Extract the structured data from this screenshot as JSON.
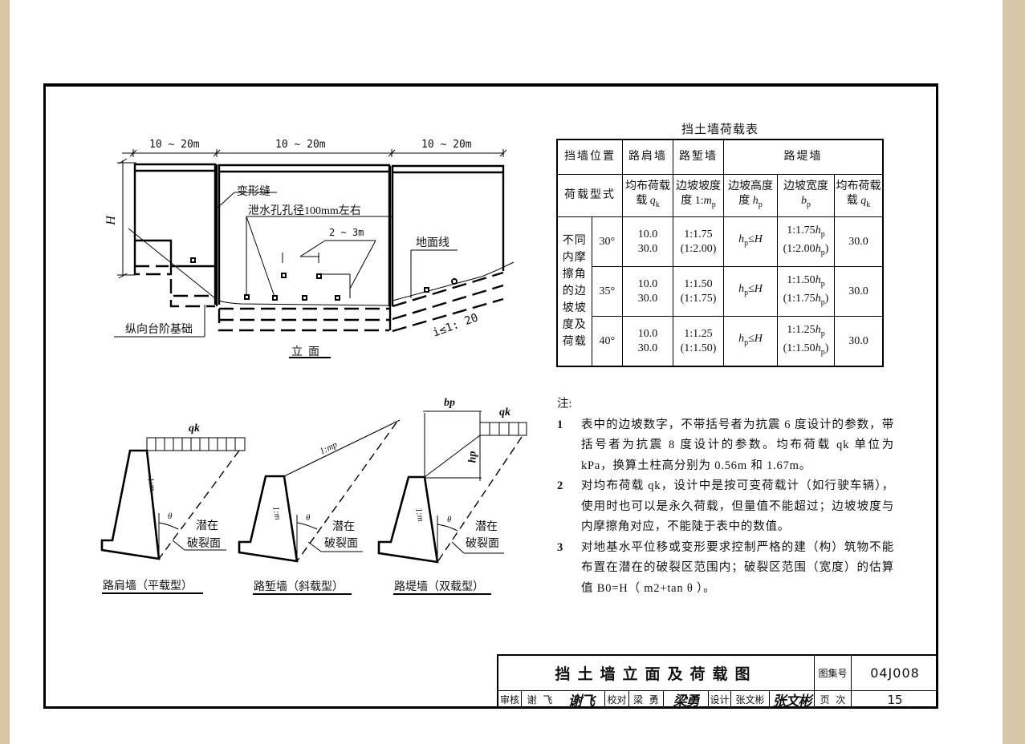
{
  "drawing": {
    "elevation": {
      "dim_spans": [
        "10 ~ 20m",
        "10 ~ 20m",
        "10 ~ 20m"
      ],
      "height_label": "H",
      "deformation_joint": "变形缝",
      "drain_hole": "泄水孔孔径100mm左右",
      "drain_spacing": "2 ~ 3m",
      "ground_line": "地面线",
      "step_foundation": "纵向台阶基础",
      "slope": "i≤1: 20",
      "caption": "立  面"
    },
    "sections": [
      {
        "caption": "路肩墙（平载型）",
        "load": "qk",
        "wall_slope": "1:m",
        "angle": "θ",
        "crack_label_1": "潜在",
        "crack_label_2": "破裂面"
      },
      {
        "caption": "路堑墙（斜载型）",
        "slope_label": "1:mp",
        "wall_slope": "1:m",
        "angle": "θ",
        "crack_label_1": "潜在",
        "crack_label_2": "破裂面"
      },
      {
        "caption": "路堤墙（双载型）",
        "width_label": "bp",
        "height_label": "hp",
        "load": "qk",
        "wall_slope": "1:m",
        "angle": "θ",
        "crack_label_1": "潜在",
        "crack_label_2": "破裂面"
      }
    ]
  },
  "load_table": {
    "title": "挡土墙荷载表",
    "header1": {
      "position": "挡墙位置",
      "shoulder": "路肩墙",
      "cutting": "路堑墙",
      "embankment": "路堤墙"
    },
    "header2": {
      "load_type": "荷载型式",
      "c1": "均布荷载",
      "c2": "边坡坡度",
      "c3": "边坡高度",
      "c4": "边坡宽度",
      "c5": "均布荷载"
    },
    "row_group_label": "不同内摩擦角的边坡坡度及荷载",
    "rows": [
      {
        "angle": "30°",
        "qk_a": "10.0",
        "qk_b": "30.0",
        "slope_a": "1:1.75",
        "slope_b": "(1:2.00)",
        "hp": "≤",
        "bp_a": "1:1.75",
        "bp_b": "(1:2.00",
        "qk2": "30.0"
      },
      {
        "angle": "35°",
        "qk_a": "10.0",
        "qk_b": "30.0",
        "slope_a": "1:1.50",
        "slope_b": "(1:1.75)",
        "hp": "≤",
        "bp_a": "1:1.50",
        "bp_b": "(1:1.75",
        "qk2": "30.0"
      },
      {
        "angle": "40°",
        "qk_a": "10.0",
        "qk_b": "30.0",
        "slope_a": "1:1.25",
        "slope_b": "(1:1.50)",
        "hp": "≤",
        "bp_a": "1:1.25",
        "bp_b": "(1:1.50",
        "qk2": "30.0"
      }
    ]
  },
  "notes": {
    "heading": "注:",
    "items": [
      {
        "num": "1",
        "text": "表中的边坡数字，不带括号者为抗震 6 度设计的参数，带括号者为抗震 8 度设计的参数。均布荷载 qk 单位为 kPa，换算土柱高分别为 0.56m 和 1.67m。"
      },
      {
        "num": "2",
        "text": "对均布荷载 qk，设计中是按可变荷载计（如行驶车辆），使用时也可以是永久荷载，但量值不能超过；边坡坡度与内摩擦角对应，不能陡于表中的数值。"
      },
      {
        "num": "3",
        "text": "对地基水平位移或变形要求控制严格的建（构）筑物不能布置在潜在的破裂区范围内；破裂区范围（宽度）的估算值 B0=H（ m2+tan θ ）。"
      }
    ]
  },
  "title_block": {
    "drawing_title": "挡土墙立面及荷载图",
    "atlas_label": "图集号",
    "atlas_no": "04J008",
    "review_label": "审核",
    "reviewer": "谢  飞",
    "reviewer_sig": "谢飞",
    "check_label": "校对",
    "checker": "梁  勇",
    "checker_sig": "梁勇",
    "design_label": "设计",
    "designer": "张文彬",
    "designer_sig": "张文彬",
    "page_label": "页  次",
    "page_no": "15"
  }
}
